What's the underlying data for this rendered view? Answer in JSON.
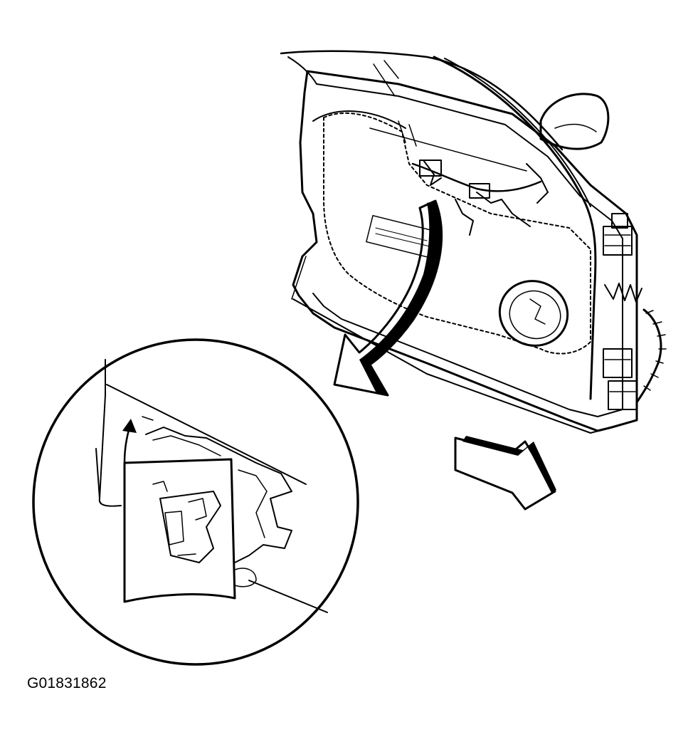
{
  "figure": {
    "id_label": "G01831862",
    "description_items": [
      "door-trim-panel",
      "window-glass",
      "side-mirror",
      "door-hinges",
      "wiring-harness",
      "speaker-opening",
      "vapor-barrier",
      "detail-magnifier",
      "retainer-clip",
      "callout-arrow",
      "direction-arrow"
    ],
    "colors": {
      "ink": "#000000",
      "paper": "#ffffff"
    }
  }
}
